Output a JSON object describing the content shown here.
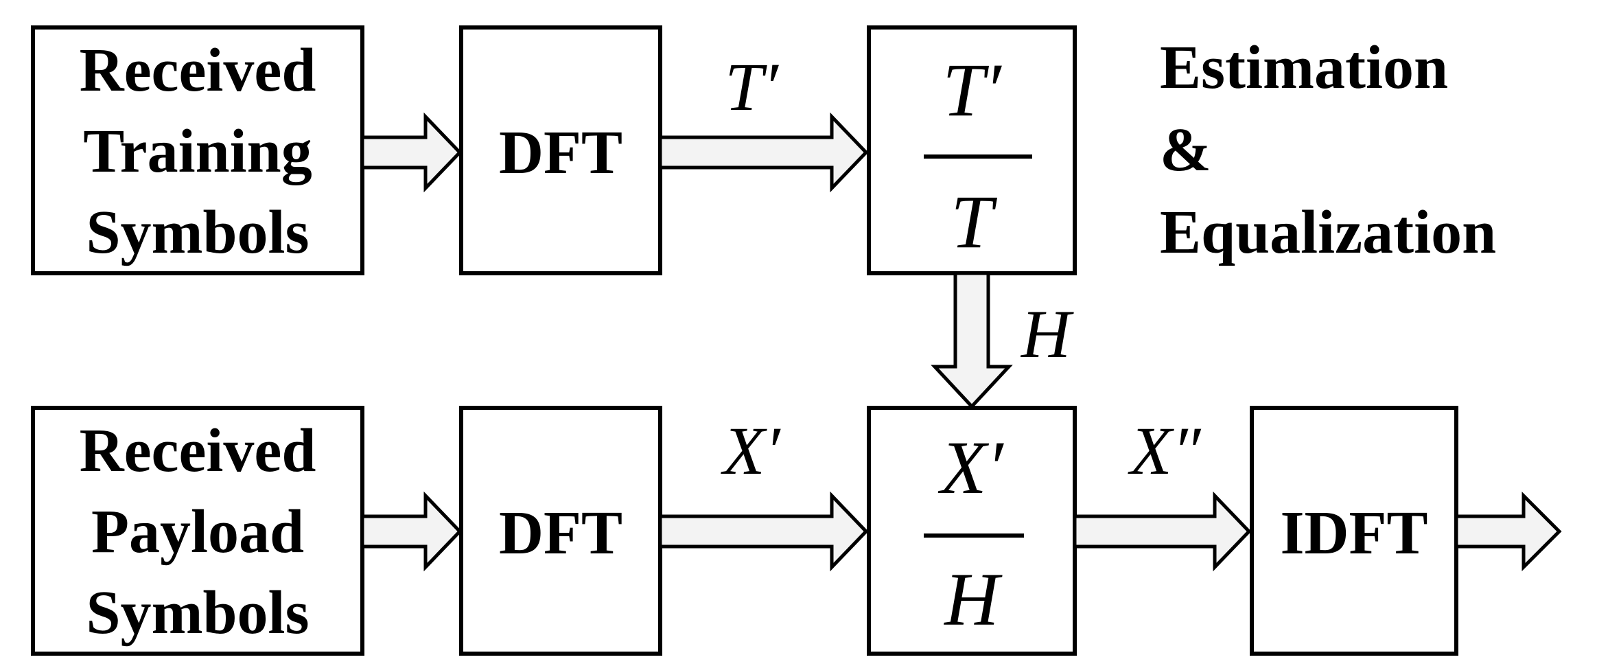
{
  "blocks": {
    "received_training": {
      "lines": [
        "Received",
        "Training",
        "Symbols"
      ]
    },
    "dft_top": {
      "label": "DFT"
    },
    "estimation": {
      "numerator": "T′",
      "denominator": "T"
    },
    "received_payload": {
      "lines": [
        "Received",
        "Payload",
        "Symbols"
      ]
    },
    "dft_bottom": {
      "label": "DFT"
    },
    "equalization": {
      "numerator": "X′",
      "denominator": "H"
    },
    "idft": {
      "label": "IDFT"
    }
  },
  "signals": {
    "t_prime": "T′",
    "h": "H",
    "x_prime": "X′",
    "x_double_prime": "X″"
  },
  "annotation": {
    "lines": [
      "Estimation",
      "&",
      "Equalization"
    ]
  }
}
